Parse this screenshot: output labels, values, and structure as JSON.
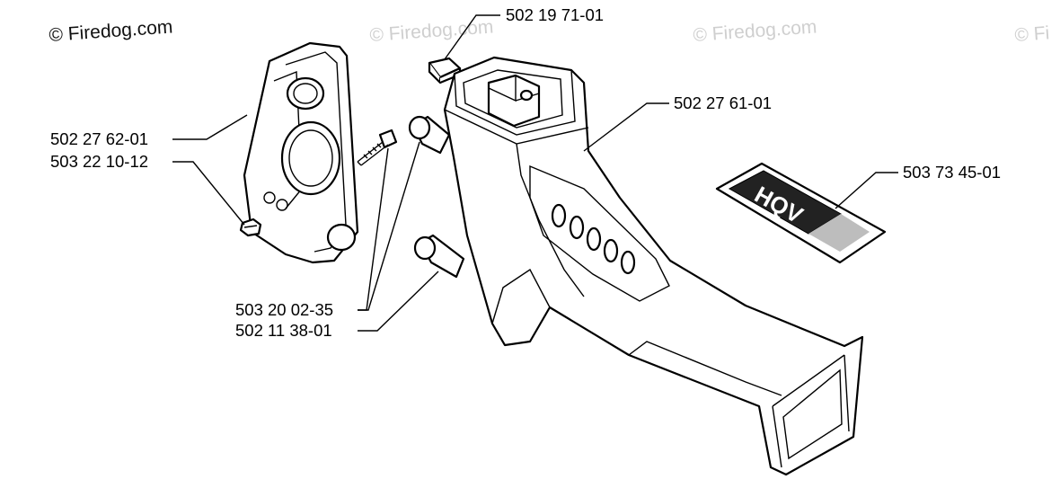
{
  "watermarks": [
    "© Firedog.com",
    "© Firedog.com",
    "© Firedog.com",
    "© Fi"
  ],
  "decal_text": "HQV",
  "part_labels": [
    "502 19 71-01",
    "502 27 61-01",
    "502 27 62-01",
    "503 22 10-12",
    "503 73 45-01",
    "503 20 02-35",
    "502 11 38-01"
  ]
}
